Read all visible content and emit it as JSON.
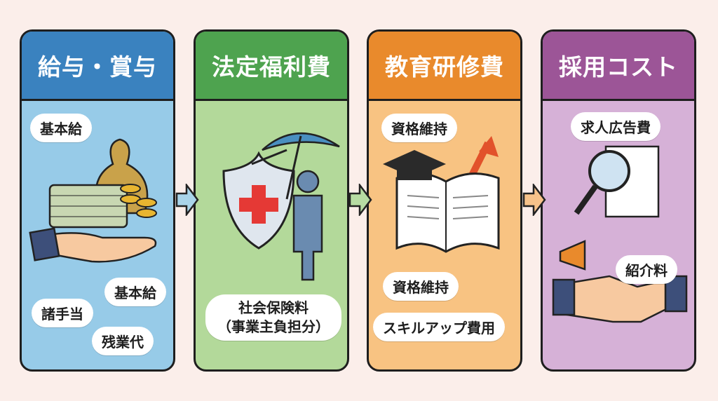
{
  "panels": [
    {
      "title": "給与・賞与",
      "header_color": "#3a82bf",
      "body_color": "#97cbe8",
      "labels": [
        "基本給",
        "基本給",
        "諸手当",
        "残業代"
      ]
    },
    {
      "title": "法定福利費",
      "header_color": "#4ea34f",
      "body_color": "#b3d99a",
      "labels": [
        "社会保険料",
        "（事業主負担分）"
      ]
    },
    {
      "title": "教育研修費",
      "header_color": "#e98a2c",
      "body_color": "#f8c382",
      "labels": [
        "資格維持",
        "資格維持",
        "スキルアップ費用"
      ]
    },
    {
      "title": "採用コスト",
      "header_color": "#9c5597",
      "body_color": "#d6b1d7",
      "labels": [
        "求人広告費",
        "紹介料"
      ]
    }
  ],
  "arrow_color": "#a9d4ea"
}
